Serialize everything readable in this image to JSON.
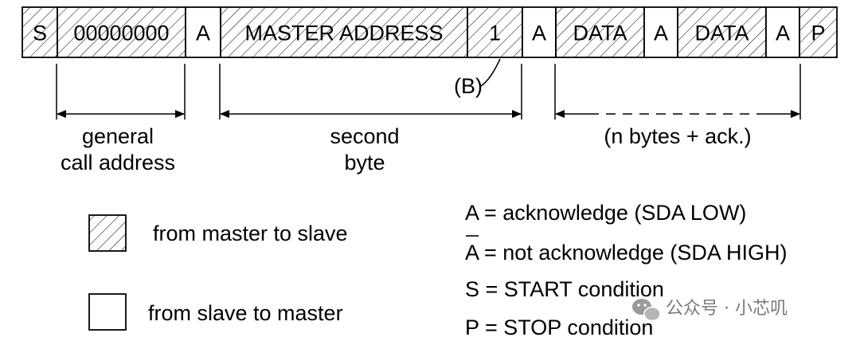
{
  "frame": {
    "fields": [
      {
        "label": "S",
        "shaded": true
      },
      {
        "label": "00000000",
        "shaded": true
      },
      {
        "label": "A",
        "shaded": false
      },
      {
        "label": "MASTER ADDRESS",
        "shaded": true
      },
      {
        "label": "1",
        "shaded": true
      },
      {
        "label": "A",
        "shaded": false
      },
      {
        "label": "DATA",
        "shaded": true
      },
      {
        "label": "A",
        "shaded": false
      },
      {
        "label": "DATA",
        "shaded": true
      },
      {
        "label": "A",
        "shaded": false
      },
      {
        "label": "P",
        "shaded": true
      }
    ]
  },
  "annotations": {
    "b_marker": "(B)",
    "general_call": [
      "general",
      "call address"
    ],
    "second_byte": [
      "second",
      "byte"
    ],
    "n_bytes": "(n bytes + ack.)"
  },
  "legend": {
    "shaded_label": "from master to slave",
    "plain_label": "from slave to master",
    "definitions": [
      "A = acknowledge (SDA LOW)",
      "A = not acknowledge (SDA HIGH)",
      "S = START condition",
      "P = STOP condition"
    ]
  },
  "watermark": {
    "text": "公众号 · 小芯叽",
    "icon": "wechat-icon"
  }
}
